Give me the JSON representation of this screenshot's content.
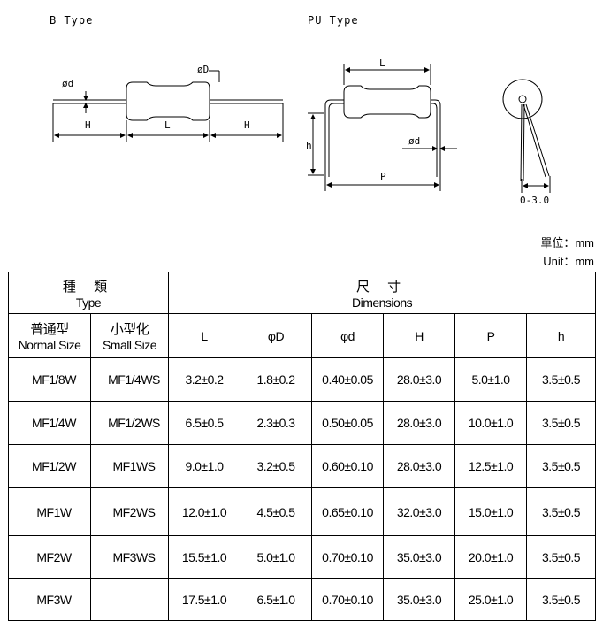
{
  "drawings": {
    "b_type_title": "B Type",
    "pu_type_title": "PU Type",
    "b": {
      "phi_d": "ød",
      "phi_D": "øD",
      "H1": "H",
      "L": "L",
      "H2": "H"
    },
    "pu": {
      "L": "L",
      "h": "h",
      "phi_d": "ød",
      "P": "P"
    },
    "side": {
      "range": "0-3.0"
    }
  },
  "units": {
    "zh": "單位：mm",
    "en": "Unit：mm"
  },
  "table": {
    "type_header": {
      "zh": "種 類",
      "en": "Type"
    },
    "dim_header": {
      "zh": "尺 寸",
      "en": "Dimensions"
    },
    "normal_size": {
      "zh": "普通型",
      "en": "Normal Size"
    },
    "small_size": {
      "zh": "小型化",
      "en": "Small Size"
    },
    "columns": [
      "L",
      "φD",
      "φd",
      "H",
      "P",
      "h"
    ],
    "rows": [
      {
        "normal": "MF1/8W",
        "small": "MF1/4WS",
        "L": "3.2±0.2",
        "D": "1.8±0.2",
        "d": "0.40±0.05",
        "H": "28.0±3.0",
        "P": "5.0±1.0",
        "h": "3.5±0.5"
      },
      {
        "normal": "MF1/4W",
        "small": "MF1/2WS",
        "L": "6.5±0.5",
        "D": "2.3±0.3",
        "d": "0.50±0.05",
        "H": "28.0±3.0",
        "P": "10.0±1.0",
        "h": "3.5±0.5"
      },
      {
        "normal": "MF1/2W",
        "small": "MF1WS",
        "L": "9.0±1.0",
        "D": "3.2±0.5",
        "d": "0.60±0.10",
        "H": "28.0±3.0",
        "P": "12.5±1.0",
        "h": "3.5±0.5"
      },
      {
        "normal": "MF1W",
        "small": "MF2WS",
        "L": "12.0±1.0",
        "D": "4.5±0.5",
        "d": "0.65±0.10",
        "H": "32.0±3.0",
        "P": "15.0±1.0",
        "h": "3.5±0.5"
      },
      {
        "normal": "MF2W",
        "small": "MF3WS",
        "L": "15.5±1.0",
        "D": "5.0±1.0",
        "d": "0.70±0.10",
        "H": "35.0±3.0",
        "P": "20.0±1.0",
        "h": "3.5±0.5"
      },
      {
        "normal": "MF3W",
        "small": "",
        "L": "17.5±1.0",
        "D": "6.5±1.0",
        "d": "0.70±0.10",
        "H": "35.0±3.0",
        "P": "25.0±1.0",
        "h": "3.5±0.5"
      }
    ]
  }
}
